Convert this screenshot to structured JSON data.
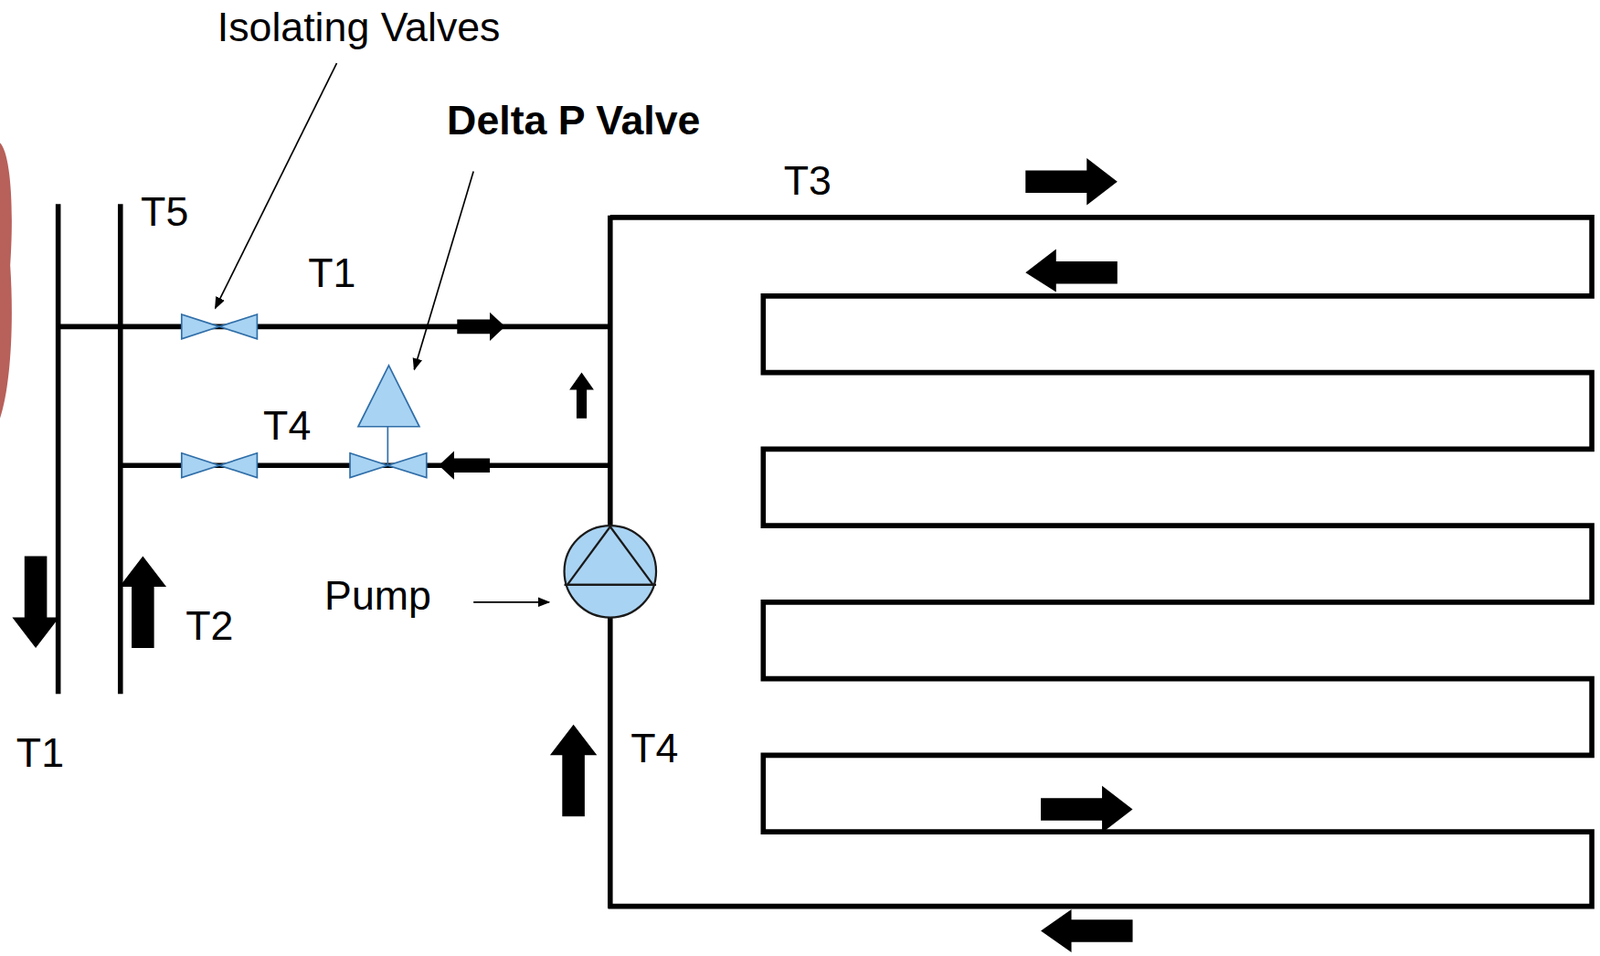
{
  "diagram": {
    "labels": [
      "Isolating Valves",
      "Delta P Valve",
      "T3",
      "T5",
      "T1",
      "T4",
      "Pump",
      "T2",
      "T4",
      "T1"
    ]
  }
}
